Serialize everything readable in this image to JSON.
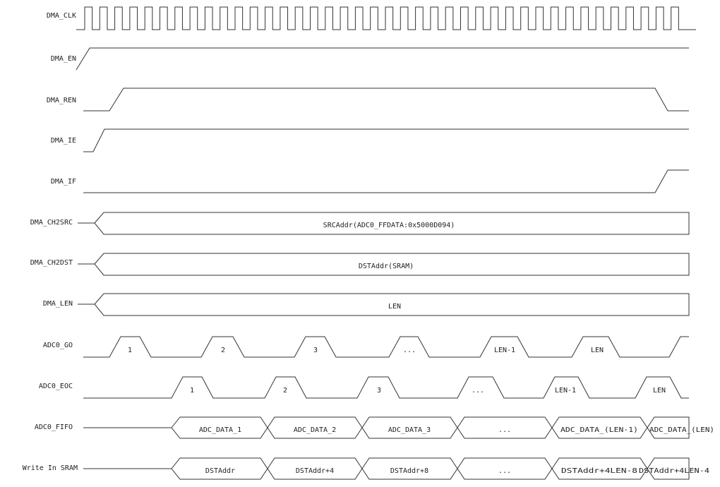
{
  "signals": [
    {
      "name": "DMA_CLK",
      "kind": "clock",
      "cycles": 40
    },
    {
      "name": "DMA_EN",
      "kind": "level",
      "transitions": [
        "rise"
      ]
    },
    {
      "name": "DMA_REN",
      "kind": "level",
      "transitions": [
        "rise",
        "fall"
      ]
    },
    {
      "name": "DMA_IE",
      "kind": "level",
      "transitions": [
        "rise"
      ]
    },
    {
      "name": "DMA_IF",
      "kind": "level",
      "transitions": [
        "rise"
      ]
    },
    {
      "name": "DMA_CH2SRC",
      "kind": "bus",
      "value": "SRCAddr(ADC0_FFDATA:0x5000D094)"
    },
    {
      "name": "DMA_CH2DST",
      "kind": "bus",
      "value": "DSTAddr(SRAM)"
    },
    {
      "name": "DMA_LEN",
      "kind": "bus",
      "value": "LEN"
    },
    {
      "name": "ADC0_GO",
      "kind": "pulses",
      "labels": [
        "1",
        "2",
        "3",
        "...",
        "LEN-1",
        "LEN"
      ]
    },
    {
      "name": "ADC0_EOC",
      "kind": "pulses",
      "labels": [
        "1",
        "2",
        "3",
        "...",
        "LEN-1",
        "LEN"
      ]
    },
    {
      "name": "ADC0_FIFO",
      "kind": "cells",
      "cells": [
        "ADC_DATA_1",
        "ADC_DATA_2",
        "ADC_DATA_3",
        "...",
        "ADC_DATA_(LEN-1)",
        "ADC_DATA_(LEN)"
      ]
    },
    {
      "name": "Write In SRAM",
      "kind": "cells",
      "cells": [
        "DSTAddr",
        "DSTAddr+4",
        "DSTAddr+8",
        "...",
        "DSTAddr+4LEN-8",
        "DSTAddr+4LEN-4"
      ]
    }
  ],
  "colors": {
    "line": "#333333",
    "text": "#222222",
    "background": "#ffffff"
  }
}
